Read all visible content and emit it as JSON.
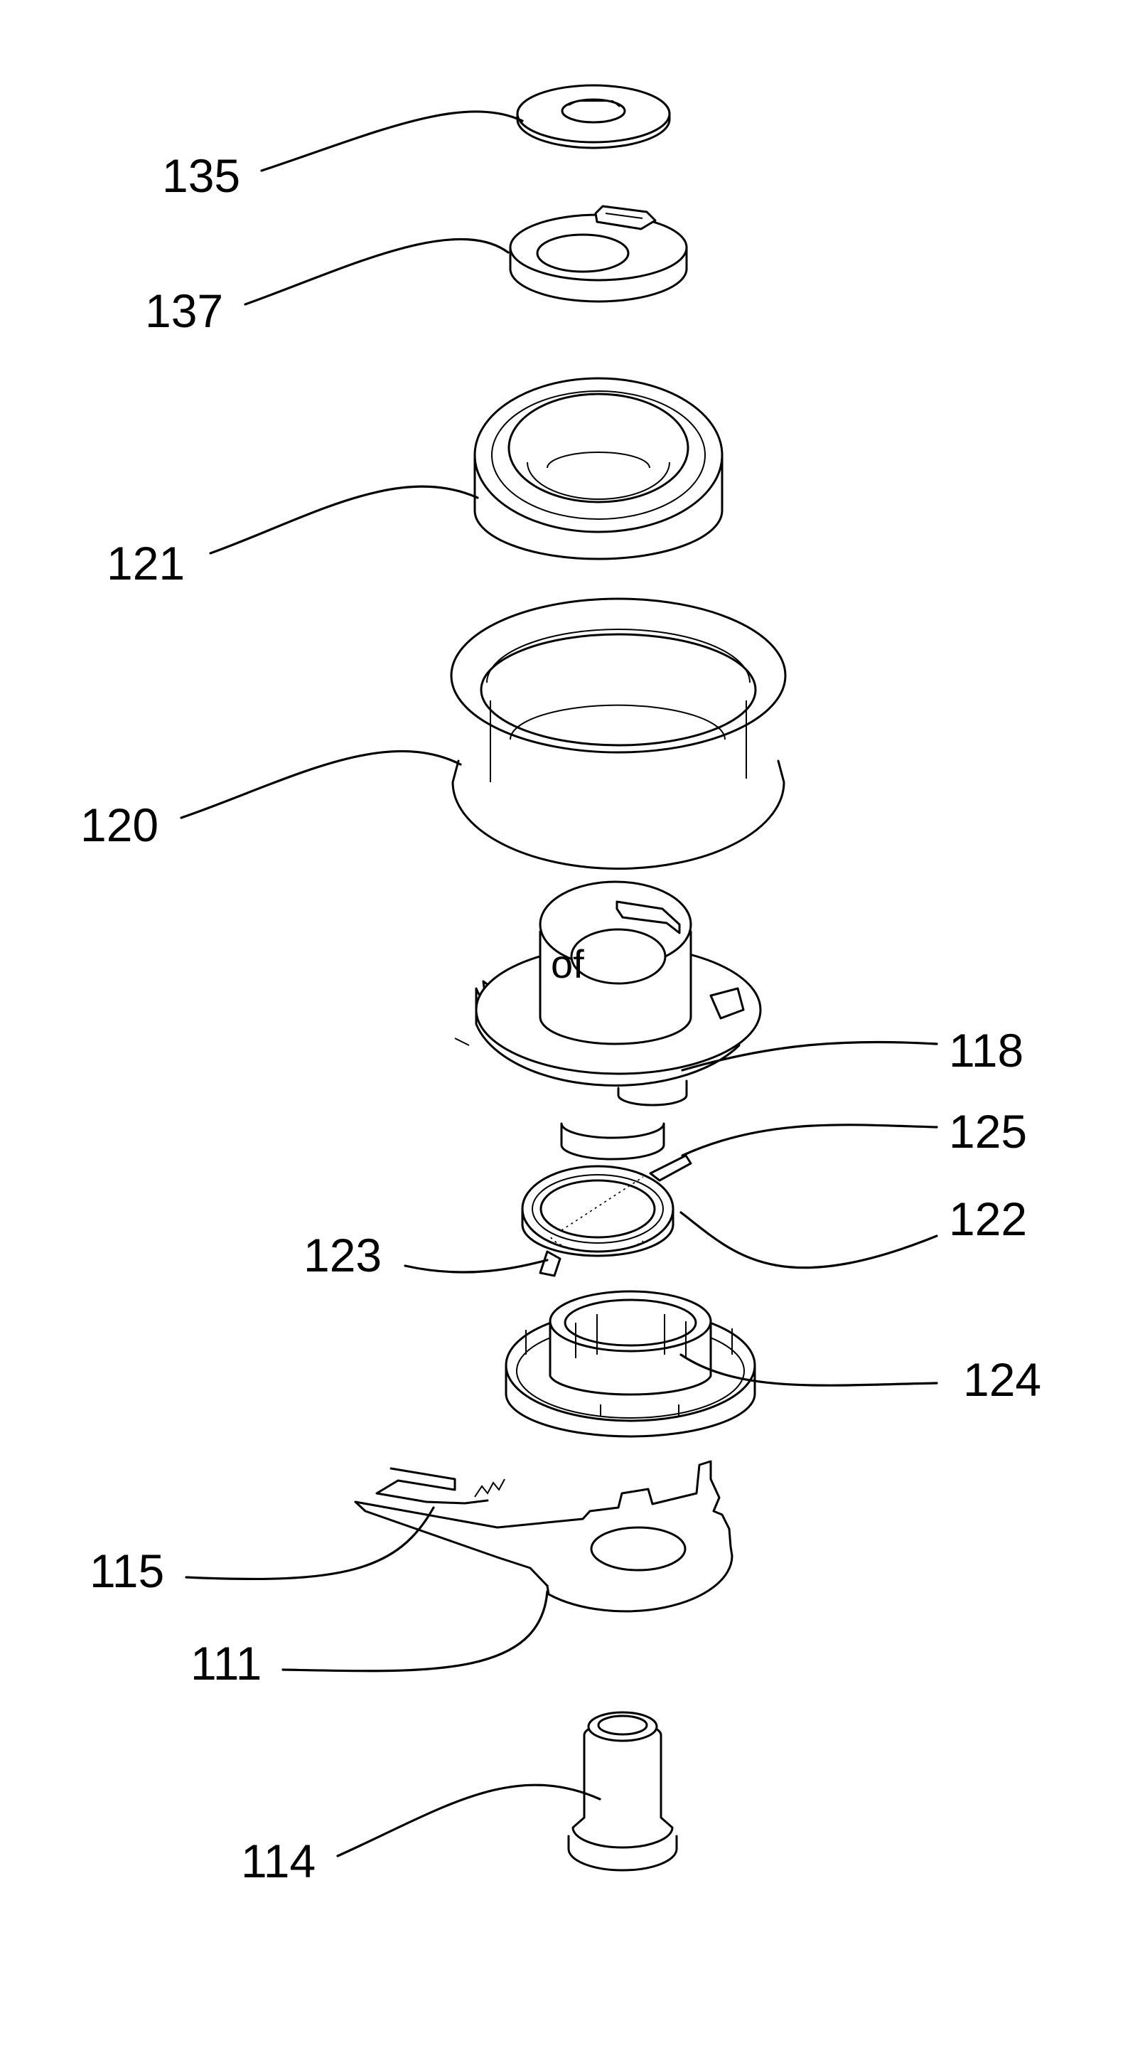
{
  "figure": {
    "labels": [
      {
        "id": "135",
        "text": "135"
      },
      {
        "id": "137",
        "text": "137"
      },
      {
        "id": "121",
        "text": "121"
      },
      {
        "id": "120",
        "text": "120"
      },
      {
        "id": "118",
        "text": "118"
      },
      {
        "id": "125",
        "text": "125"
      },
      {
        "id": "122",
        "text": "122"
      },
      {
        "id": "123",
        "text": "123"
      },
      {
        "id": "124",
        "text": "124"
      },
      {
        "id": "115",
        "text": "115"
      },
      {
        "id": "111",
        "text": "111"
      },
      {
        "id": "114",
        "text": "114"
      }
    ],
    "stray_mark": "of"
  }
}
